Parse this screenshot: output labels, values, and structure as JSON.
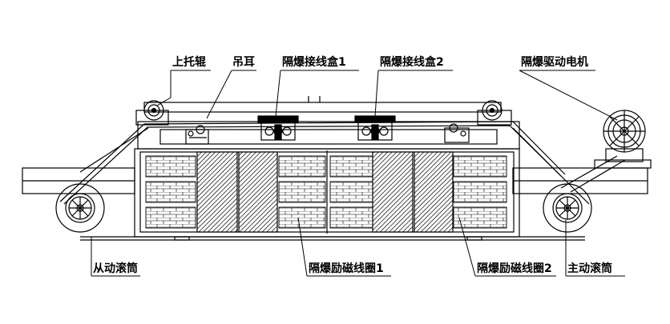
{
  "colors": {
    "line": "#000000",
    "background": "#ffffff",
    "brick_fill": "#ffffff",
    "hatch": "#000000"
  },
  "labels": {
    "upper_idler": "上托辊",
    "lifting_lug": "吊耳",
    "junction_box_1": "隔爆接线盒1",
    "junction_box_2": "隔爆接线盒2",
    "drive_motor": "隔爆驱动电机",
    "driven_drum": "从动滚筒",
    "excitation_coil_1": "隔爆励磁线圈1",
    "excitation_coil_2": "隔爆励磁线圈2",
    "drive_drum": "主动滚筒"
  }
}
